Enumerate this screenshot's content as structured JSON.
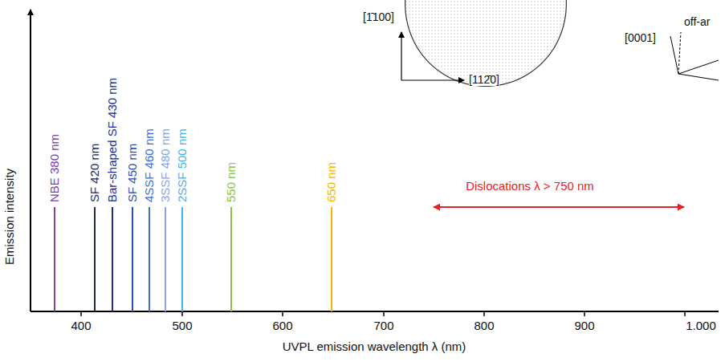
{
  "diagram": {
    "labels": [
      "Emission intensity",
      "UVPL emission wavelength λ (nm)",
      "400",
      "500",
      "600",
      "700",
      "800",
      "900",
      "1.000",
      "NBE 380 nm",
      "SF 420 nm",
      "Bar-shaped SF 430 nm",
      "SF 450 nm",
      "4SSF 460 nm",
      "3SSF 480 nm",
      "2SSF 500 nm",
      "550 nm",
      "650 nm",
      "Dislocations λ > 750 nm",
      "[1̄100]",
      "[112̄0]",
      "[0001]",
      "off-ar"
    ]
  }
}
